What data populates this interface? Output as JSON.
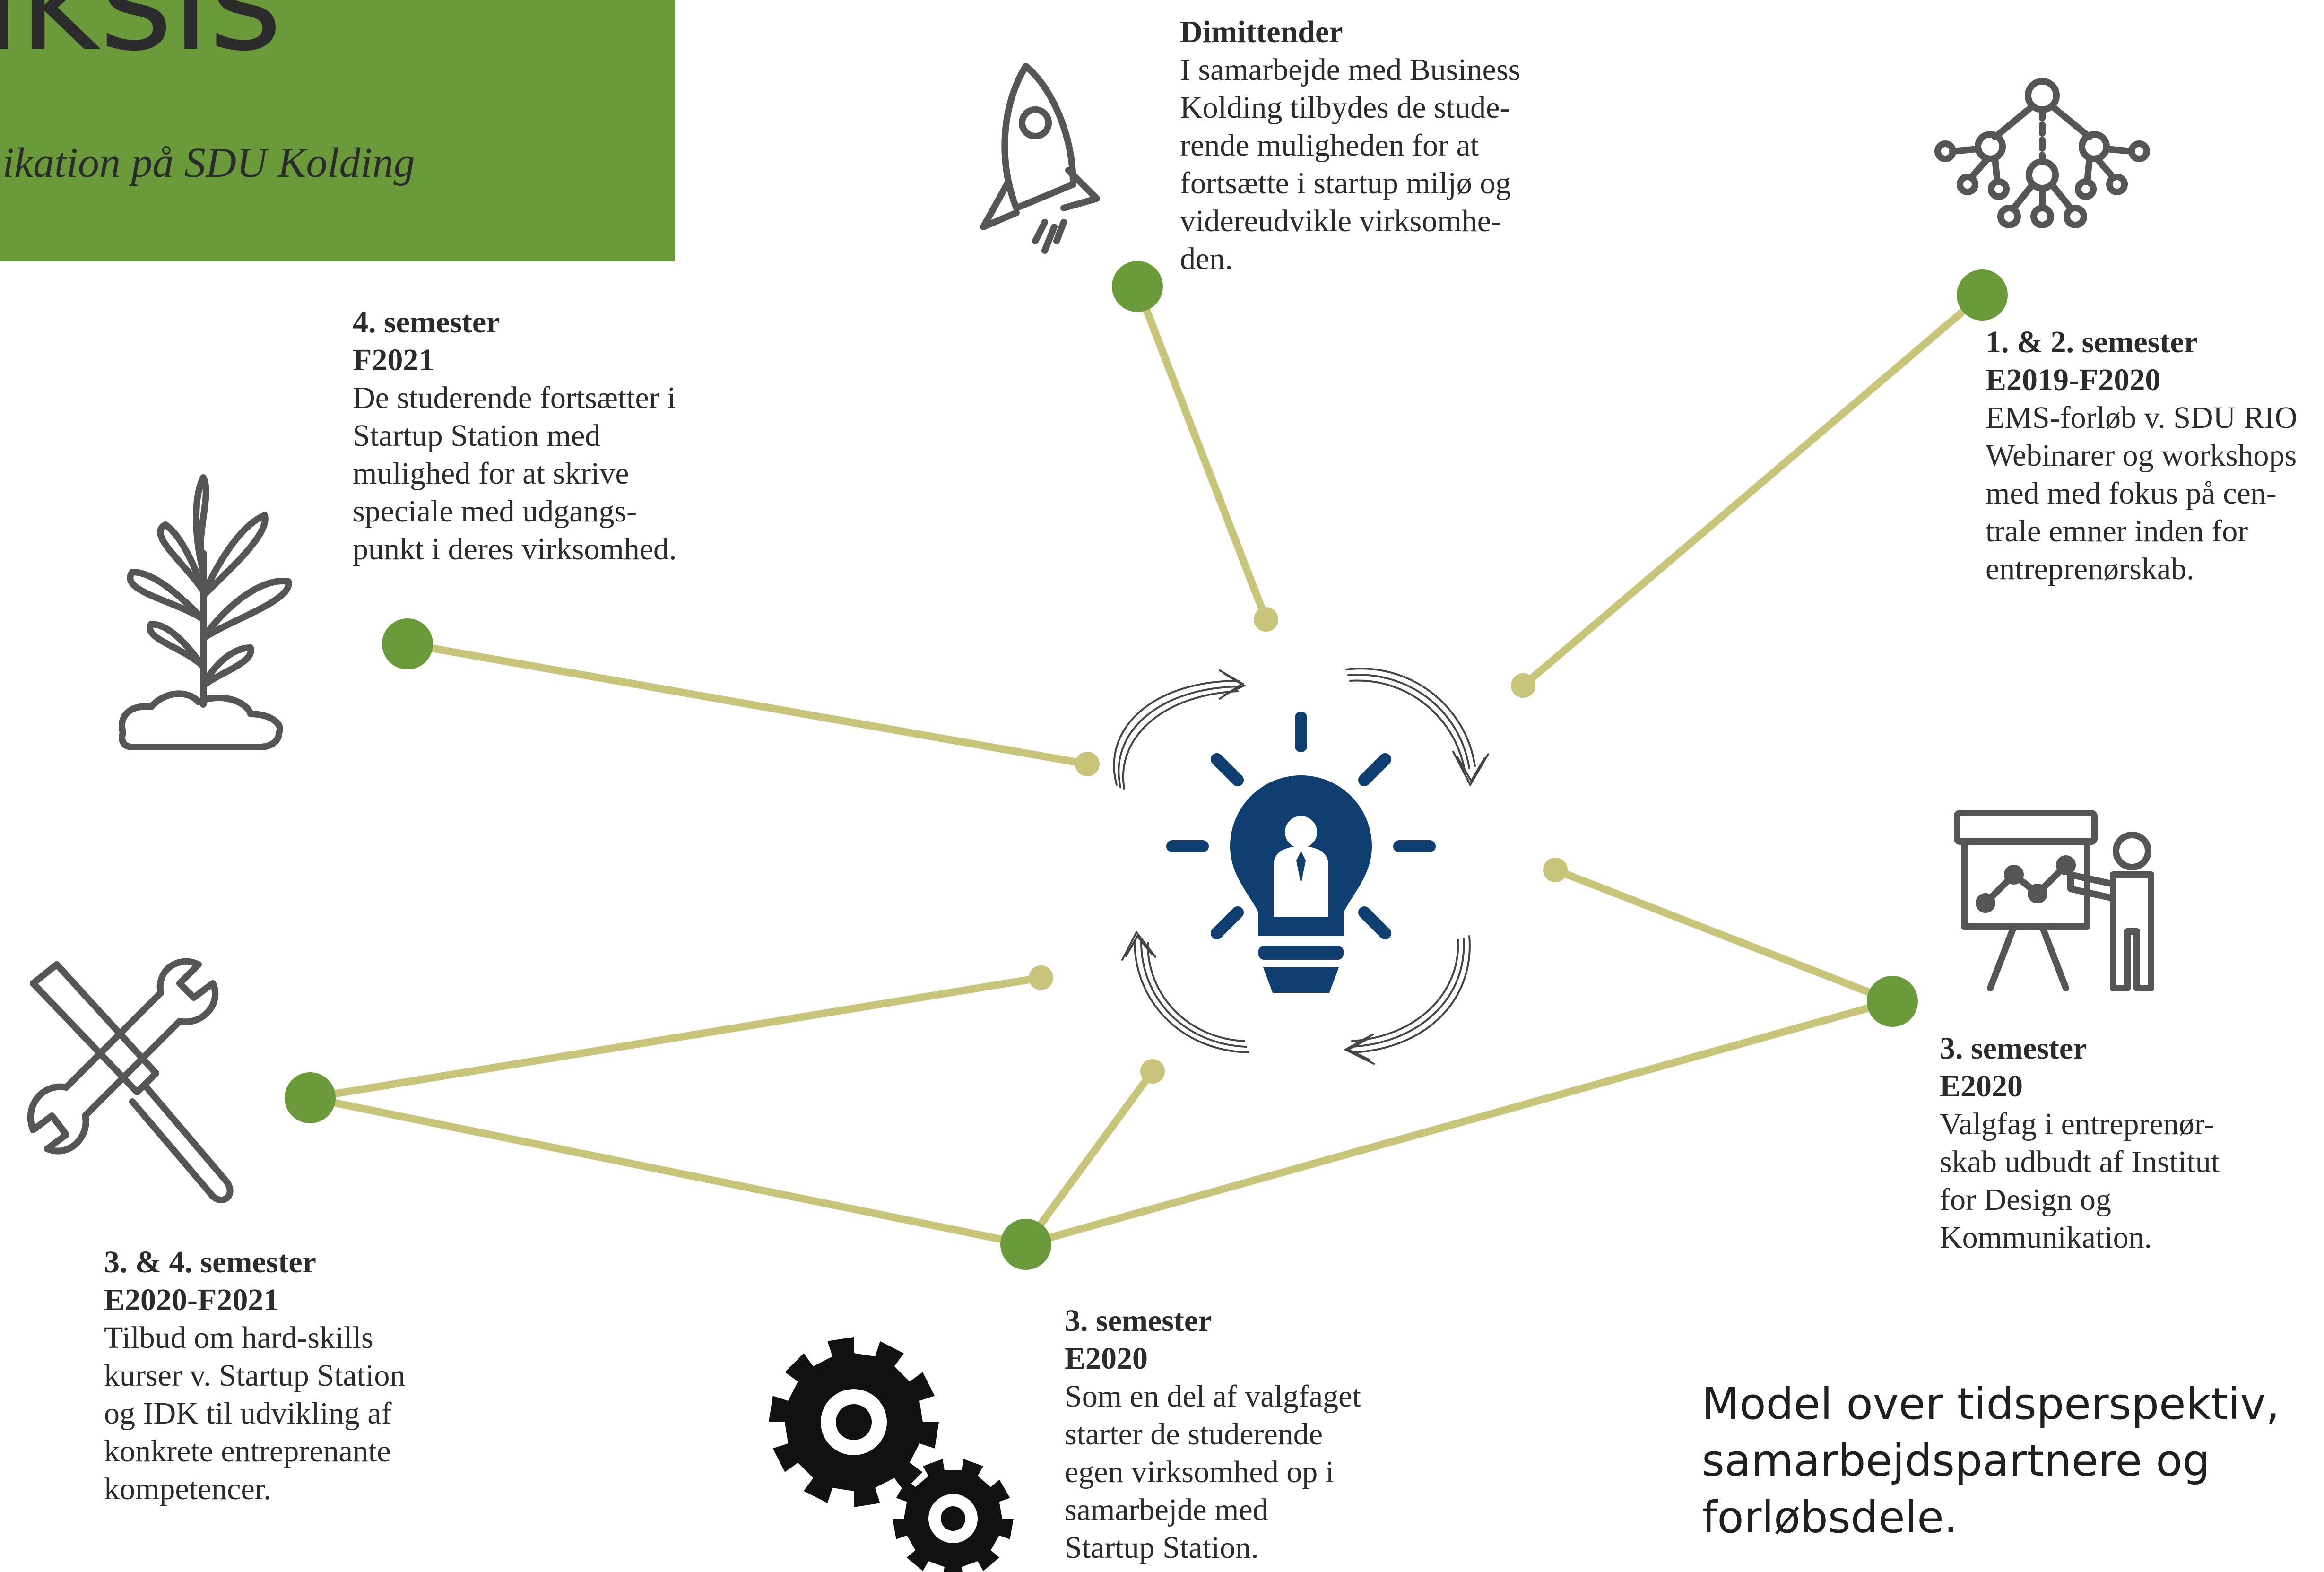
{
  "colors": {
    "green_dot": "#6a9a3a",
    "connector_line": "#c8c47a",
    "banner": "#6a9a3a",
    "bulb": "#0e3f70",
    "text": "#2b2b2b",
    "icon_gray": "#555555",
    "gear": "#111111"
  },
  "banner": {
    "title": "aksis",
    "subtitle": "nikation på SDU Kolding"
  },
  "icons": {
    "center": "lightbulb-person-icon",
    "cycle_arrows": "circular-arrows-icon",
    "rocket": "rocket-icon",
    "network": "network-hierarchy-icon",
    "plant": "plant-sprout-icon",
    "tools": "wrench-screwdriver-icon",
    "presenter": "presentation-chart-icon",
    "gears": "gears-icon"
  },
  "nodes": [
    {
      "key": "dimittender",
      "heading_lines": [
        "Dimittender"
      ],
      "body_lines": [
        "I samarbejde med Business",
        "Kolding tilbydes de stude-",
        "rende muligheden for at",
        "fortsætte i startup miljø og",
        "videreudvikle virksomhe-",
        "den."
      ]
    },
    {
      "key": "sem12",
      "heading_lines": [
        "1. & 2. semester",
        "E2019-F2020"
      ],
      "body_lines": [
        "EMS-forløb v. SDU RIO",
        "Webinarer og workshops",
        "med med fokus på cen-",
        "trale emner inden for",
        "entreprenørskab."
      ]
    },
    {
      "key": "sem4",
      "heading_lines": [
        "4. semester",
        "F2021"
      ],
      "body_lines": [
        "De studerende fortsætter i",
        "Startup Station med",
        "mulighed for at skrive",
        "speciale med udgangs-",
        "punkt i deres virksomhed."
      ]
    },
    {
      "key": "sem3_valgfag",
      "heading_lines": [
        "3. semester",
        "E2020"
      ],
      "body_lines": [
        "Valgfag i entreprenør-",
        "skab udbudt af Institut",
        "for Design og",
        "Kommunikation."
      ]
    },
    {
      "key": "sem34",
      "heading_lines": [
        "3. & 4.  semester",
        "E2020-F2021"
      ],
      "body_lines": [
        "Tilbud om hard-skills",
        "kurser v. Startup Station",
        "og IDK til udvikling af",
        "konkrete entreprenante",
        "kompetencer."
      ]
    },
    {
      "key": "sem3_virksomhed",
      "heading_lines": [
        "3. semester",
        "E2020"
      ],
      "body_lines": [
        "Som en del af valgfaget",
        "starter de studerende",
        "egen virksomhed op i",
        "samarbejde med",
        "Startup Station."
      ]
    }
  ],
  "caption_lines": [
    "Model over tidsperspektiv,",
    "samarbejdspartnere og",
    "forløbsdele."
  ]
}
